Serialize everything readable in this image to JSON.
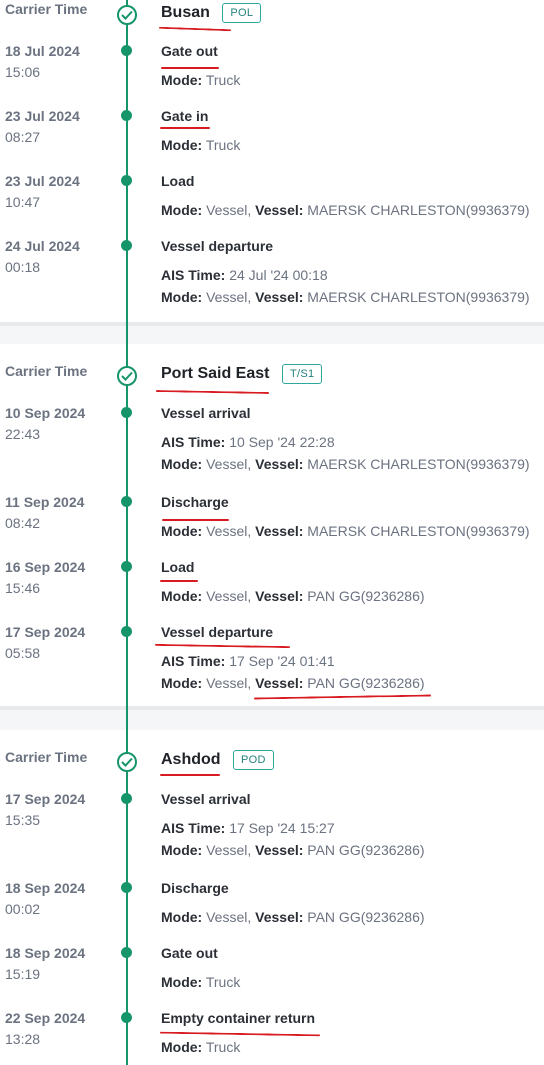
{
  "ports": [
    {
      "name": "Busan",
      "tag": "POL",
      "carrier_label": "Carrier Time",
      "events": [
        {
          "date": "18 Jul 2024",
          "time": "15:06",
          "title": "Gate out",
          "mode": "Truck"
        },
        {
          "date": "23 Jul 2024",
          "time": "08:27",
          "title": "Gate in",
          "mode": "Truck"
        },
        {
          "date": "23 Jul 2024",
          "time": "10:47",
          "title": "Load",
          "mode": "Vessel",
          "vessel": "MAERSK CHARLESTON(9936379)"
        },
        {
          "date": "24 Jul 2024",
          "time": "00:18",
          "title": "Vessel departure",
          "ais": "24 Jul '24 00:18",
          "mode": "Vessel",
          "vessel": "MAERSK CHARLESTON(9936379)"
        }
      ]
    },
    {
      "name": "Port Said East",
      "tag": "T/S1",
      "carrier_label": "Carrier Time",
      "events": [
        {
          "date": "10 Sep 2024",
          "time": "22:43",
          "title": "Vessel arrival",
          "ais": "10 Sep '24 22:28",
          "mode": "Vessel",
          "vessel": "MAERSK CHARLESTON(9936379)"
        },
        {
          "date": "11 Sep 2024",
          "time": "08:42",
          "title": "Discharge",
          "mode": "Vessel",
          "vessel": "MAERSK CHARLESTON(9936379)"
        },
        {
          "date": "16 Sep 2024",
          "time": "15:46",
          "title": "Load",
          "mode": "Vessel",
          "vessel": "PAN GG(9236286)"
        },
        {
          "date": "17 Sep 2024",
          "time": "05:58",
          "title": "Vessel departure",
          "ais": "17 Sep '24 01:41",
          "mode": "Vessel",
          "vessel": "PAN GG(9236286)"
        }
      ]
    },
    {
      "name": "Ashdod",
      "tag": "POD",
      "carrier_label": "Carrier Time",
      "events": [
        {
          "date": "17 Sep 2024",
          "time": "15:35",
          "title": "Vessel arrival",
          "ais": "17 Sep '24 15:27",
          "mode": "Vessel",
          "vessel": "PAN GG(9236286)"
        },
        {
          "date": "18 Sep 2024",
          "time": "00:02",
          "title": "Discharge",
          "mode": "Vessel",
          "vessel": "PAN GG(9236286)"
        },
        {
          "date": "18 Sep 2024",
          "time": "15:19",
          "title": "Gate out",
          "mode": "Truck"
        },
        {
          "date": "22 Sep 2024",
          "time": "13:28",
          "title": "Empty container return",
          "mode": "Truck"
        }
      ]
    }
  ],
  "labels": {
    "mode": "Mode:",
    "vessel": "Vessel:",
    "ais_time": "AIS Time:"
  },
  "colors": {
    "timeline": "#16956b",
    "tag_border": "#2fa7a0",
    "annotation": "#d81b21"
  }
}
